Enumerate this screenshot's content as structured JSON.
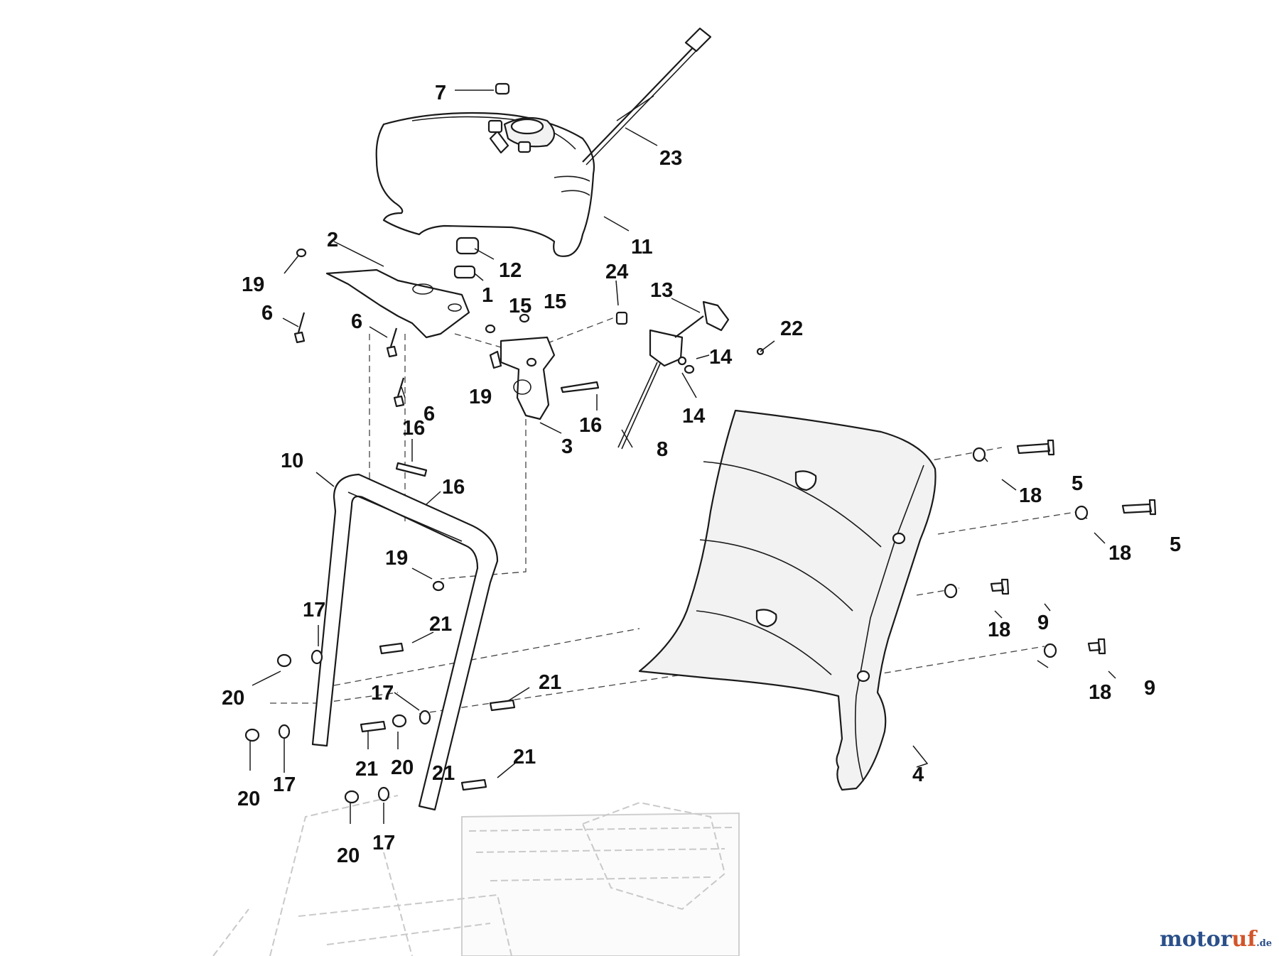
{
  "diagram": {
    "callouts": [
      "7",
      "23",
      "11",
      "2",
      "12",
      "19",
      "1",
      "6",
      "15",
      "15",
      "24",
      "13",
      "22",
      "6",
      "14",
      "19",
      "6",
      "16",
      "14",
      "16",
      "3",
      "8",
      "10",
      "16",
      "18",
      "5",
      "18",
      "5",
      "19",
      "17",
      "21",
      "18",
      "9",
      "21",
      "17",
      "20",
      "18",
      "9",
      "21",
      "20",
      "21",
      "20",
      "17",
      "4",
      "21",
      "20",
      "17"
    ]
  },
  "watermark": {
    "brand": "motor",
    "accent": "uf",
    "suffix": ".de"
  },
  "colors": {
    "ink": "#111111",
    "ghost": "#c9c9c9",
    "brand_blue": "#2a4f8a",
    "brand_orange": "#d2542a"
  }
}
